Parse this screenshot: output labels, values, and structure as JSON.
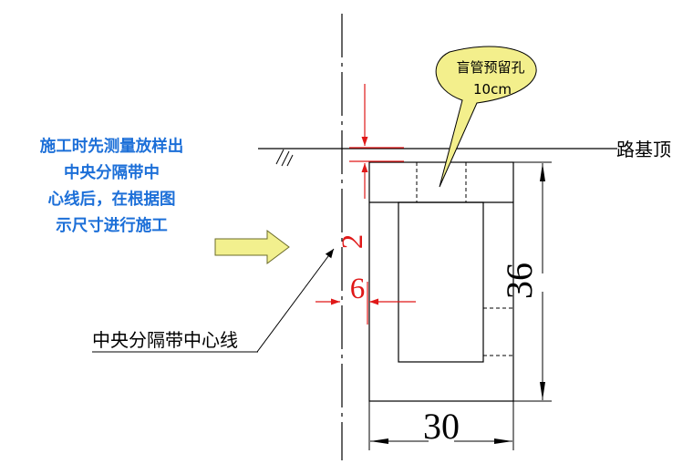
{
  "note": {
    "lines": [
      "施工时先测量放样出",
      "中央分隔带中",
      "心线后，在根据图",
      "示尺寸进行施工"
    ]
  },
  "callout": {
    "line1": "盲管预留孔",
    "line2": "10cm"
  },
  "labels": {
    "road_base_top": "路基顶",
    "centerline": "中央分隔带中心线"
  },
  "dimensions": {
    "top_offset": "2",
    "side_offset": "6",
    "height": "36",
    "width": "30"
  },
  "colors": {
    "note_text": "#1c6fd8",
    "callout_fill": "#f3ef8c",
    "arrow_fill": "#f2f08e",
    "dimension_red": "#e01818"
  }
}
